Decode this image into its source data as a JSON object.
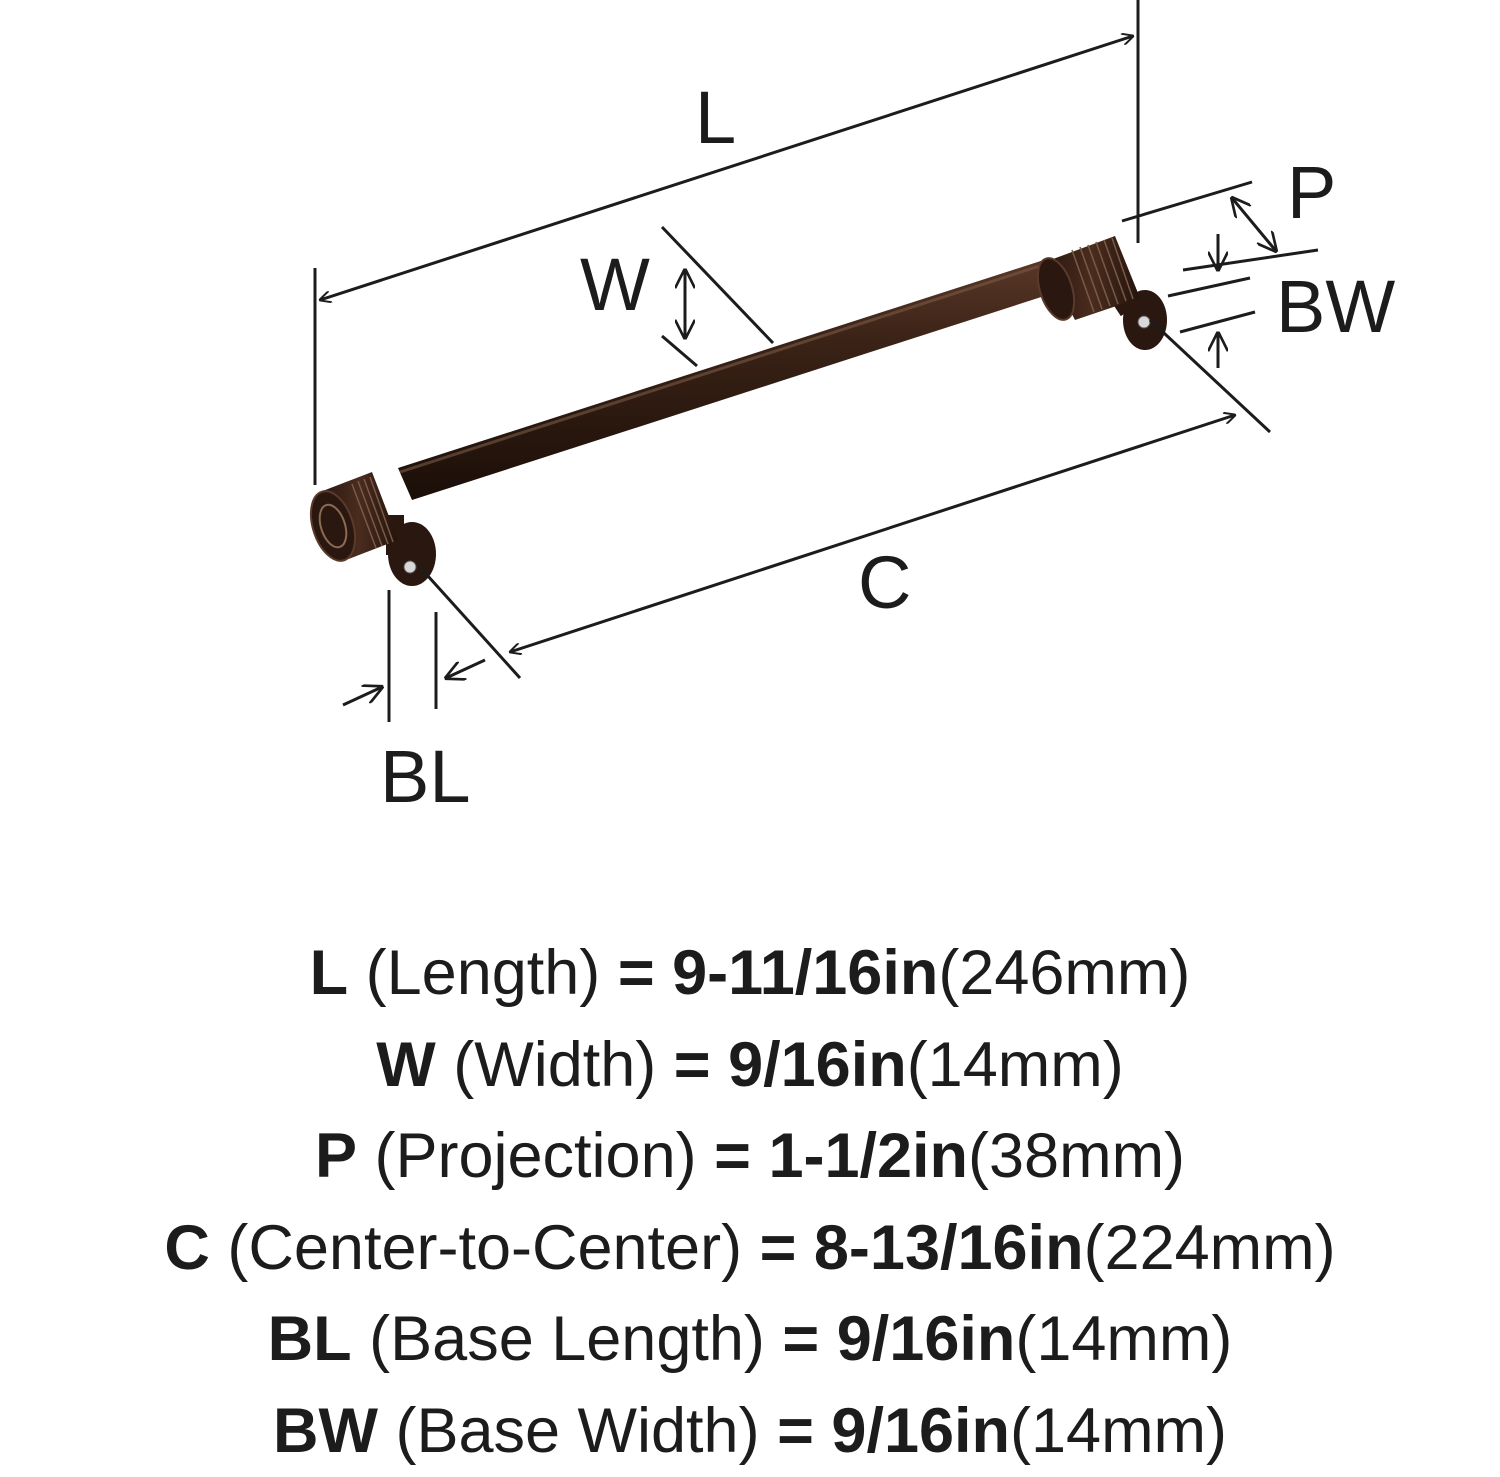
{
  "diagram": {
    "labels": {
      "L": "L",
      "W": "W",
      "P": "P",
      "BW": "BW",
      "C": "C",
      "BL": "BL"
    },
    "colors": {
      "finish_dark": "#2a1810",
      "finish_mid": "#4a2c1e",
      "finish_highlight": "#8a6a55",
      "line": "#1c1c1c"
    }
  },
  "specs": [
    {
      "symbol": "L",
      "description": "(Length)",
      "equals": "=",
      "imperial": "9-11/16in",
      "metric": "(246mm)"
    },
    {
      "symbol": "W",
      "description": "(Width)",
      "equals": "=",
      "imperial": "9/16in",
      "metric": "(14mm)"
    },
    {
      "symbol": "P",
      "description": "(Projection)",
      "equals": "=",
      "imperial": "1-1/2in",
      "metric": "(38mm)"
    },
    {
      "symbol": "C",
      "description": "(Center-to-Center)",
      "equals": "=",
      "imperial": "8-13/16in",
      "metric": "(224mm)"
    },
    {
      "symbol": "BL",
      "description": "(Base Length)",
      "equals": "=",
      "imperial": "9/16in",
      "metric": "(14mm)"
    },
    {
      "symbol": "BW",
      "description": "(Base Width)",
      "equals": "=",
      "imperial": "9/16in",
      "metric": "(14mm)"
    }
  ]
}
